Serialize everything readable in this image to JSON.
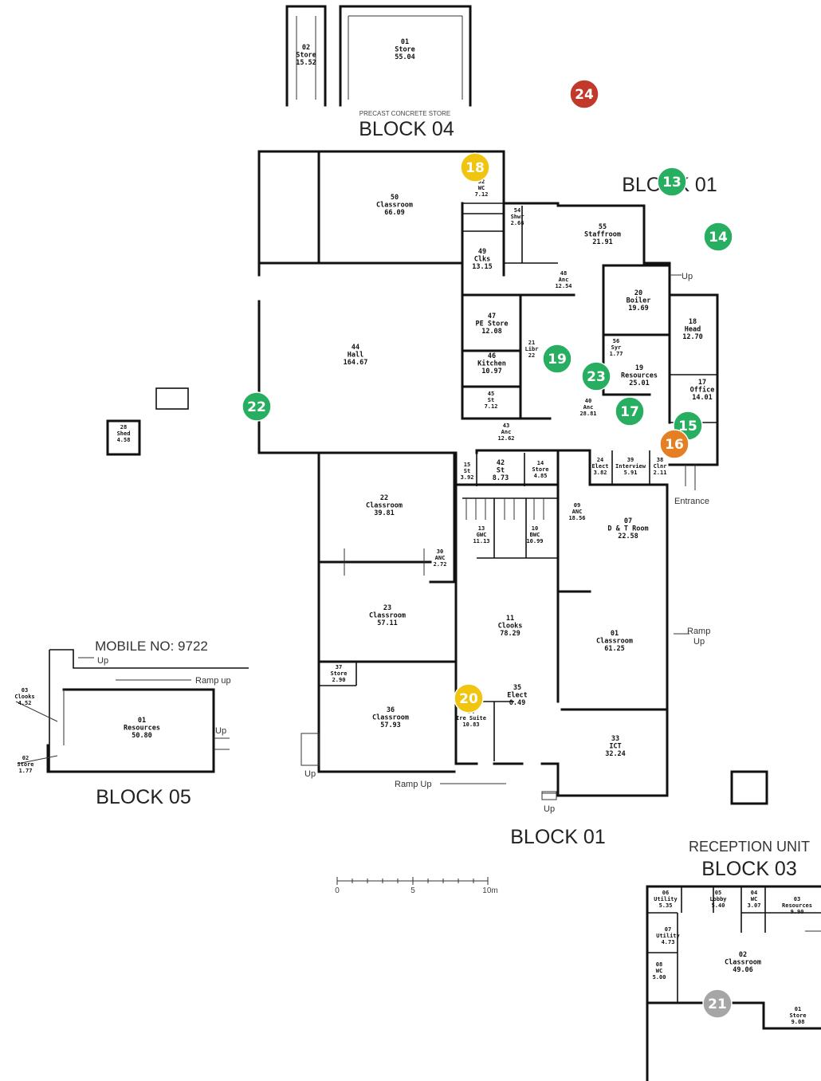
{
  "blocks": {
    "block04": "BLOCK 04",
    "block04_sub": "PRECAST CONCRETE STORE",
    "block01_top": "BLOCK 01",
    "block01_bottom": "BLOCK 01",
    "block05": "BLOCK 05",
    "block03": "BLOCK 03",
    "reception": "RECEPTION UNIT",
    "mobile": "MOBILE NO: 9722"
  },
  "annotations": {
    "up": "Up",
    "entrance": "Entrance",
    "ramp": "Ramp",
    "ramp_up": "Ramp up",
    "ramp_up_cap": "Ramp Up"
  },
  "scale": {
    "zero": "0",
    "five": "5",
    "ten": "10m"
  },
  "rooms": {
    "r04_02": [
      "02",
      "Store",
      "15.52"
    ],
    "r04_01": [
      "01",
      "Store",
      "55.04"
    ],
    "r50": [
      "50",
      "Classroom",
      "66.09"
    ],
    "r52": [
      "52",
      "WC",
      "7.12"
    ],
    "r54": [
      "54",
      "Shwr",
      "2.66"
    ],
    "r49": [
      "49",
      "Clks",
      "13.15"
    ],
    "r55": [
      "55",
      "Staffroom",
      "21.91"
    ],
    "r48": [
      "48",
      "Anc",
      "12.54"
    ],
    "r20": [
      "20",
      "Boiler",
      "19.69"
    ],
    "r18": [
      "18",
      "Head",
      "12.70"
    ],
    "r44": [
      "44",
      "Hall",
      "164.67"
    ],
    "r47": [
      "47",
      "PE Store",
      "12.08"
    ],
    "r46": [
      "46",
      "Kitchen",
      "10.97"
    ],
    "r45": [
      "45",
      "St",
      "7.12"
    ],
    "r21": [
      "21",
      "Libr",
      "22"
    ],
    "r56": [
      "56",
      "Syr",
      "1.77"
    ],
    "r19": [
      "19",
      "Resources",
      "25.01"
    ],
    "r17": [
      "17",
      "Office",
      "14.01"
    ],
    "r40": [
      "40",
      "Anc",
      "28.81"
    ],
    "r43": [
      "43",
      "Anc",
      "12.62"
    ],
    "r22": [
      "22",
      "Classroom",
      "39.81"
    ],
    "r15": [
      "15",
      "St",
      "3.92"
    ],
    "r42": [
      "42",
      "St",
      "8.73"
    ],
    "r14": [
      "14",
      "Store",
      "4.85"
    ],
    "r24": [
      "24",
      "Elect",
      "3.82"
    ],
    "r39": [
      "39",
      "Interview",
      "5.91"
    ],
    "r38": [
      "38",
      "Clnr",
      "2.11"
    ],
    "r13": [
      "13",
      "GWC",
      "11.13"
    ],
    "r10": [
      "10",
      "BWC",
      "10.99"
    ],
    "r09": [
      "09",
      "ANC",
      "18.56"
    ],
    "r07": [
      "07",
      "D & T Room",
      "22.58"
    ],
    "r30": [
      "30",
      "ANC",
      "2.72"
    ],
    "r23": [
      "23",
      "Classroom",
      "57.11"
    ],
    "r11": [
      "11",
      "Clooks",
      "78.29"
    ],
    "r01": [
      "01",
      "Classroom",
      "61.25"
    ],
    "r37": [
      "37",
      "Store",
      "2.90"
    ],
    "r36": [
      "36",
      "Classroom",
      "57.93"
    ],
    "r35": [
      "35",
      "Elect",
      "0.49"
    ],
    "r34": [
      "34",
      "Ire Suite",
      "10.83"
    ],
    "r33": [
      "33",
      "ICT",
      "32.24"
    ],
    "r28": [
      "28",
      "Shed",
      "4.58"
    ],
    "m03": [
      "03",
      "Clooks",
      "4.52"
    ],
    "m01": [
      "01",
      "Resources",
      "50.80"
    ],
    "m02": [
      "02",
      "Store",
      "1.77"
    ],
    "b06": [
      "06",
      "Utility",
      "5.35"
    ],
    "b05": [
      "05",
      "Lobby",
      "5.40"
    ],
    "b04": [
      "04",
      "WC",
      "3.07"
    ],
    "b03": [
      "03",
      "Resources",
      "9.90"
    ],
    "b07": [
      "07",
      "Utility",
      "4.73"
    ],
    "b02": [
      "02",
      "Classroom",
      "49.06"
    ],
    "b08": [
      "08",
      "WC",
      "5.00"
    ],
    "b01": [
      "01",
      "Store",
      "9.08"
    ]
  },
  "markers": [
    {
      "id": "24",
      "color": "#c0392b"
    },
    {
      "id": "13",
      "color": "#27ae60"
    },
    {
      "id": "14",
      "color": "#27ae60"
    },
    {
      "id": "18",
      "color": "#f1c40f"
    },
    {
      "id": "19",
      "color": "#27ae60"
    },
    {
      "id": "23",
      "color": "#27ae60"
    },
    {
      "id": "17",
      "color": "#27ae60"
    },
    {
      "id": "15",
      "color": "#27ae60"
    },
    {
      "id": "16",
      "color": "#e67e22"
    },
    {
      "id": "22",
      "color": "#27ae60"
    },
    {
      "id": "20",
      "color": "#f1c40f"
    },
    {
      "id": "21",
      "color": "#a6a6a6"
    }
  ]
}
